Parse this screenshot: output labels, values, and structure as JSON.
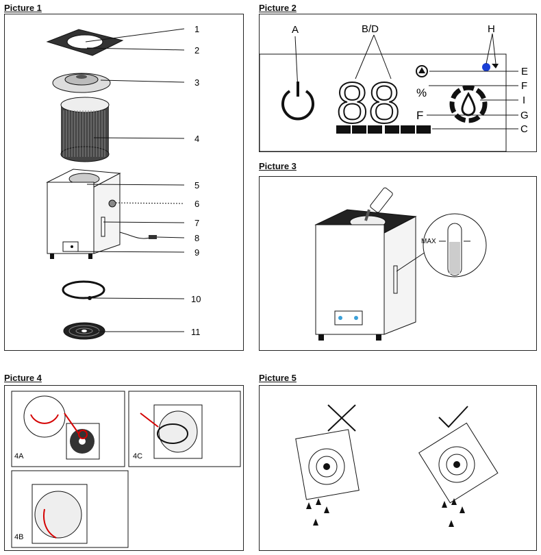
{
  "pictures": {
    "p1": {
      "title": "Picture 1",
      "callouts": [
        "1",
        "2",
        "3",
        "4",
        "5",
        "6",
        "7",
        "8",
        "9",
        "10",
        "11"
      ]
    },
    "p2": {
      "title": "Picture 2",
      "labels": {
        "a": "A",
        "bd": "B/D",
        "h": "H",
        "e": "E",
        "f1": "F",
        "i": "I",
        "g": "G",
        "c": "C",
        "f2": "F"
      },
      "display_digits": "88",
      "percent": "%"
    },
    "p3": {
      "title": "Picture 3",
      "max_label": "MAX"
    },
    "p4": {
      "title": "Picture 4",
      "sub_labels": {
        "a": "4A",
        "b": "4B",
        "c": "4C"
      }
    },
    "p5": {
      "title": "Picture 5"
    }
  },
  "colors": {
    "accent_red": "#d40000",
    "accent_blue": "#1a3fd6",
    "led_blue": "#3aa0d8"
  }
}
